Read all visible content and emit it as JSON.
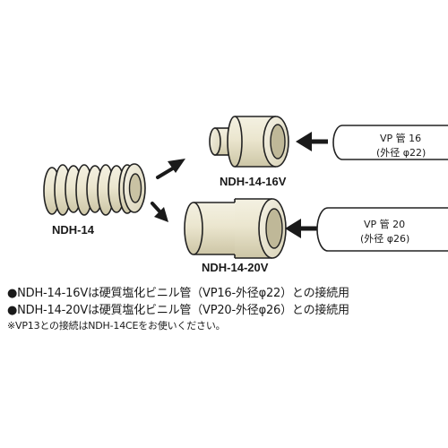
{
  "labels": {
    "main_product": "NDH-14",
    "adapter_16v": "NDH-14-16V",
    "adapter_20v": "NDH-14-20V"
  },
  "pipes": {
    "vp16": {
      "line1": "VP 管 16",
      "line2": "(外径 φ22)"
    },
    "vp20": {
      "line1": "VP 管 20",
      "line2": "(外径 φ26)"
    }
  },
  "notes": [
    "●NDH-14-16Vは硬質塩化ビニル管（VP16-外径φ22）との接続用",
    "●NDH-14-20Vは硬質塩化ビニル管（VP20-外径φ26）との接続用",
    "※VP13との接続はNDH-14CEをお使いください。"
  ],
  "colors": {
    "part_fill": "#ece8d4",
    "part_shadow": "#cfc9ad",
    "outline": "#222222",
    "arrow": "#1a1a1a"
  }
}
